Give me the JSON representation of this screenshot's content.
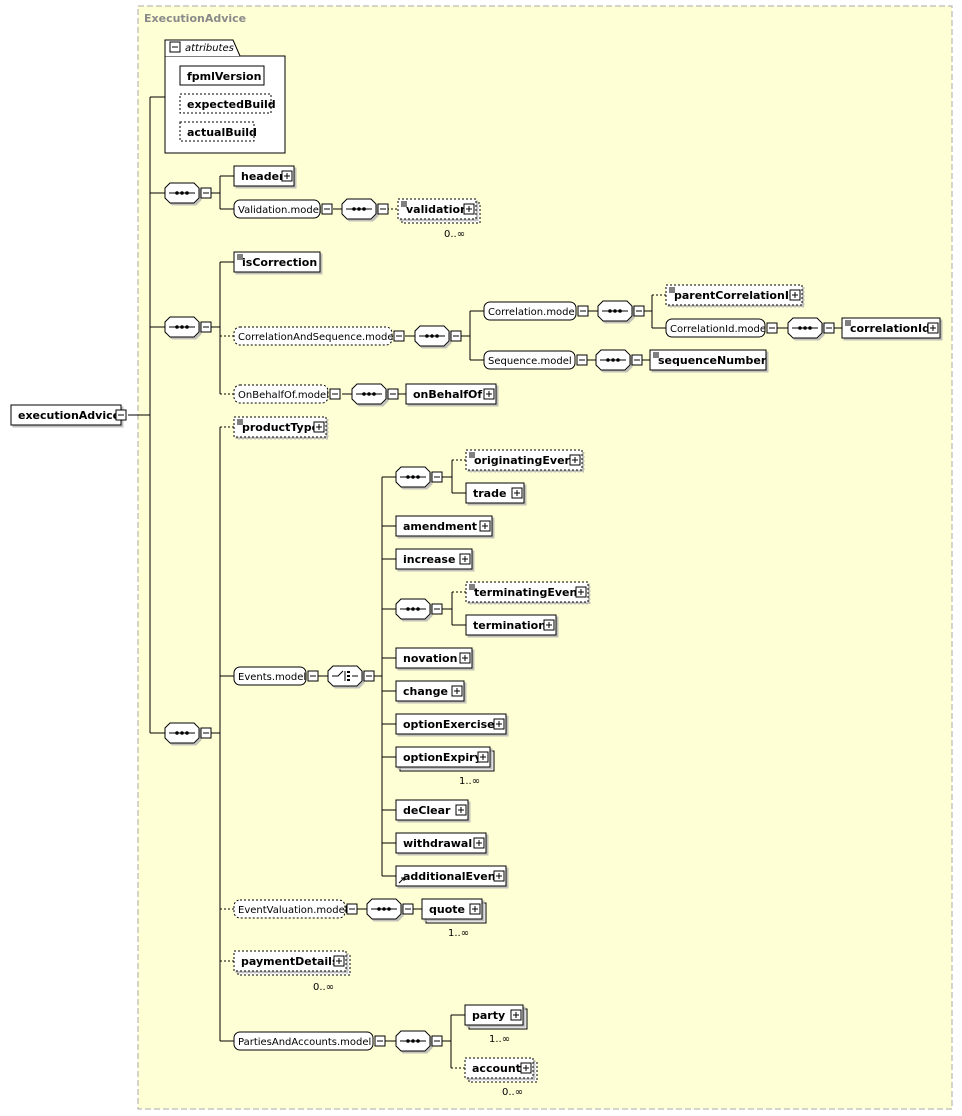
{
  "group_title": "ExecutionAdvice",
  "root": "executionAdvice",
  "attributes": {
    "label": "attributes",
    "items": [
      "fpmlVersion",
      "expectedBuild",
      "actualBuild"
    ]
  },
  "elements": {
    "header": "header",
    "validation_model": "Validation.model",
    "validation": "validation",
    "validation_card": "0..∞",
    "isCorrection": "isCorrection",
    "corr_seq_model": "CorrelationAndSequence.model",
    "correlation_model": "Correlation.model",
    "parentCorrelationId": "parentCorrelationId",
    "correlationId_model": "CorrelationId.model",
    "correlationId": "correlationId",
    "sequence_model": "Sequence.model",
    "sequenceNumber": "sequenceNumber",
    "onBehalfOf_model": "OnBehalfOf.model",
    "onBehalfOf": "onBehalfOf",
    "productType": "productType",
    "events_model": "Events.model",
    "originatingEvent": "originatingEvent",
    "trade": "trade",
    "amendment": "amendment",
    "increase": "increase",
    "terminatingEvent": "terminatingEvent",
    "termination": "termination",
    "novation": "novation",
    "change": "change",
    "optionExercise": "optionExercise",
    "optionExpiry": "optionExpiry",
    "optionExpiry_card": "1..∞",
    "deClear": "deClear",
    "withdrawal": "withdrawal",
    "additionalEvent": "additionalEvent",
    "eventValuation_model": "EventValuation.model",
    "quote": "quote",
    "quote_card": "1..∞",
    "paymentDetails": "paymentDetails",
    "paymentDetails_card": "0..∞",
    "parties_model": "PartiesAndAccounts.model",
    "party": "party",
    "party_card": "1..∞",
    "account": "account",
    "account_card": "0..∞"
  },
  "colors": {
    "group_fill": "#ffffd6",
    "group_border": "#a8a8a8",
    "element_fill": "#ffffff",
    "line": "#000000"
  }
}
